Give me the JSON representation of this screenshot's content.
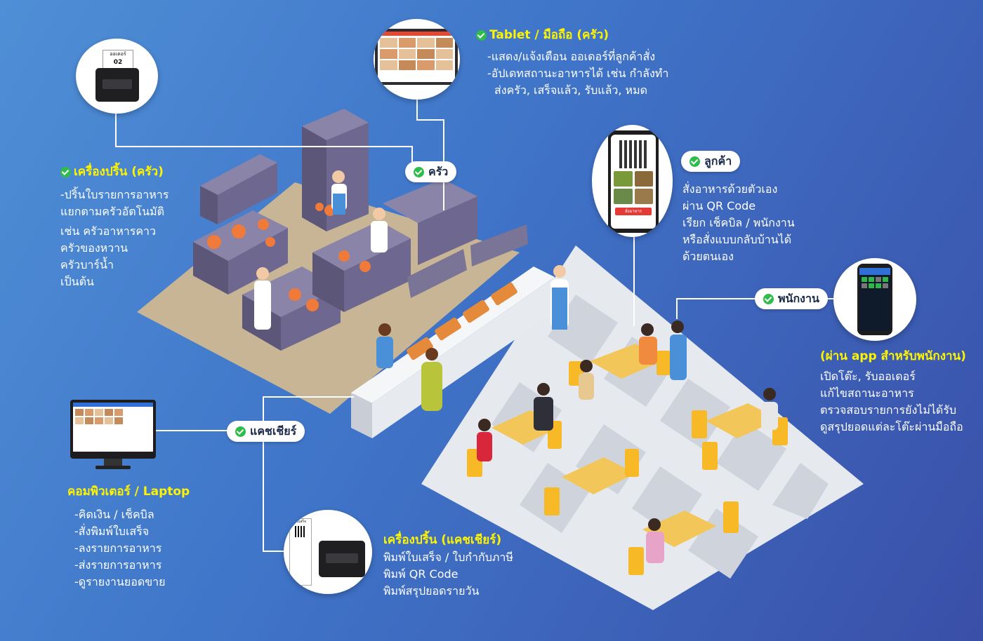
{
  "badges": {
    "kitchen": "ครัว",
    "cashier": "แคชเชียร์",
    "staff": "พนักงาน",
    "customer": "ลูกค้า"
  },
  "kitchen_printer": {
    "title": "เครื่องปริ้น (ครัว)",
    "lines": [
      "-ปริ้นใบรายการอาหาร",
      "แยกตามครัวอัตโนมัติ",
      "เช่น ครัวอาหารคาว",
      "ครัวของหวาน",
      "ครัวบาร์น้ำ",
      "เป็นต้น"
    ],
    "ticket_label": "ออเดอร์",
    "ticket_no": "02"
  },
  "tablet": {
    "title": "Tablet / มือถือ (ครัว)",
    "lines": [
      "-แสดง/แจ้งเตือน ออเดอร์ที่ลูกค้าสั่ง",
      "-อัปเดทสถานะอาหารได้ เช่น กำลังทำ",
      "ส่งครัว, เสร็จแล้ว, รับแล้ว, หมด"
    ]
  },
  "customer": {
    "lines": [
      "สั่งอาหารด้วยตัวเอง",
      "ผ่าน QR Code",
      "เรียก เช็คบิล / พนักงาน",
      "หรือสั่งแบบกลับบ้านได้",
      "ด้วยตนเอง"
    ],
    "phone_button": "สั่งอาหาร"
  },
  "staff_app": {
    "title": "(ผ่าน app สำหรับพนักงาน)",
    "lines": [
      "เปิดโต๊ะ,  รับออเดอร์",
      "แก้ไขสถานะอาหาร",
      "ตรวจสอบรายการยังไม่ได้รับ",
      "ดูสรุปยอดแต่ละโต๊ะผ่านมือถือ"
    ]
  },
  "computer": {
    "title": "คอมพิวเตอร์ / Laptop",
    "lines": [
      "-คิดเงิน / เช็คบิล",
      "-สั่งพิมพ์ใบเสร็จ",
      "-ลงรายการอาหาร",
      "-ส่งรายการอาหาร",
      "-ดูรายงานยอดขาย"
    ]
  },
  "cashier_printer": {
    "title": "เครื่องปริ้น (แคชเชียร์)",
    "lines": [
      "พิมพ์ใบเสร็จ / ใบกำกับภาษี",
      "พิมพ์ QR Code",
      "พิมพ์สรุปยอดรายวัน"
    ],
    "receipt_label": "ใบเสร็จ"
  },
  "colors": {
    "accent_yellow": "#fff400",
    "check_green": "#2ebd4a",
    "bg_top": "#4f8fd6",
    "bg_bottom": "#3a4fa8"
  }
}
